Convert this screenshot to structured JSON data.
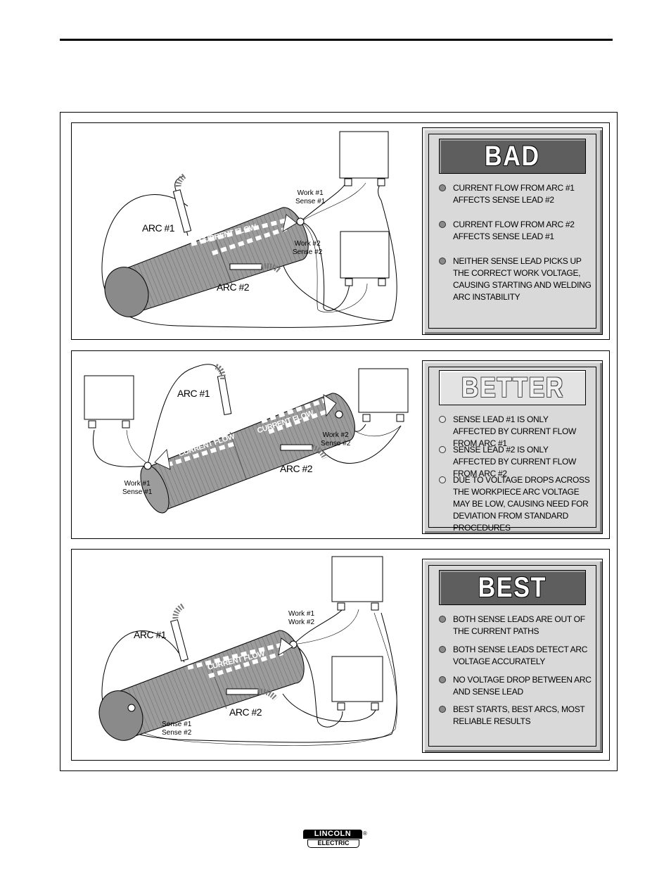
{
  "panels": [
    {
      "title": "BAD",
      "labels": {
        "arc1": "ARC #1",
        "arc2": "ARC #2",
        "flow": "CURRENT FLOW",
        "wa1": "Work #1",
        "wa2": "Sense #1",
        "wb1": "Work #2",
        "wb2": "Sense #2"
      },
      "bullets": [
        "CURRENT FLOW FROM ARC #1 AFFECTS SENSE LEAD #2",
        "CURRENT FLOW FROM ARC #2 AFFECTS SENSE LEAD #1",
        "NEITHER SENSE LEAD PICKS UP THE CORRECT WORK VOLTAGE, CAUSING STARTING AND WELDING ARC INSTABILITY"
      ]
    },
    {
      "title": "BETTER",
      "labels": {
        "arc1": "ARC #1",
        "arc2": "ARC #2",
        "flow": "CURRENT FLOW",
        "flow2": "CURRENT FLOW",
        "wa1": "Work #1",
        "wa2": "Sense #1",
        "wb1": "Work #2",
        "wb2": "Sense #2"
      },
      "bullets": [
        "SENSE LEAD #1 IS ONLY AFFECTED BY CURRENT FLOW FROM ARC #1",
        "SENSE LEAD #2 IS ONLY AFFECTED BY CURRENT FLOW FROM ARC #2",
        "DUE TO VOLTAGE DROPS ACROSS THE WORKPIECE ARC VOLTAGE MAY BE LOW, CAUSING NEED FOR DEVIATION FROM STANDARD PROCEDURES"
      ]
    },
    {
      "title": "BEST",
      "labels": {
        "arc1": "ARC #1",
        "arc2": "ARC #2",
        "flow": "CURRENT FLOW",
        "wa1": "Work #1",
        "wa2": "Work #2",
        "wb1": "Sense #1",
        "wb2": "Sense #2"
      },
      "bullets": [
        "BOTH SENSE LEADS ARE OUT OF THE CURRENT PATHS",
        "BOTH SENSE LEADS DETECT ARC VOLTAGE ACCURATELY",
        "NO VOLTAGE DROP BETWEEN ARC AND SENSE LEAD",
        "BEST STARTS, BEST ARCS, MOST RELIABLE RESULTS"
      ]
    }
  ],
  "logo": {
    "line1": "LINCOLN",
    "line2": "ELECTRIC",
    "mark": "®"
  }
}
